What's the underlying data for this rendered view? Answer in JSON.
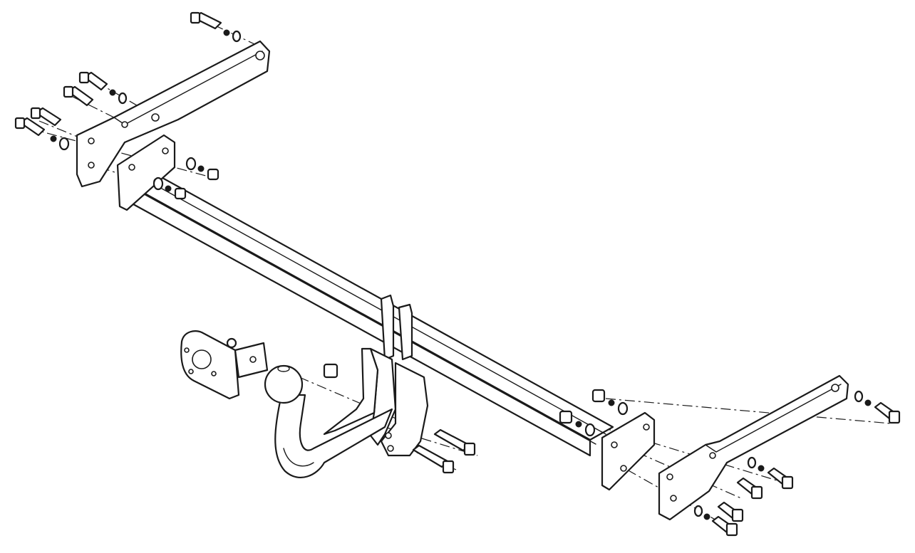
{
  "diagram": {
    "background": "#ffffff",
    "line_color": "#1a1a1a",
    "components": [
      "tow-bar-crossbeam",
      "left-bracket",
      "right-bracket",
      "tow-ball-neck",
      "tow-ball",
      "socket-plate",
      "bolts",
      "washers",
      "nuts"
    ]
  }
}
